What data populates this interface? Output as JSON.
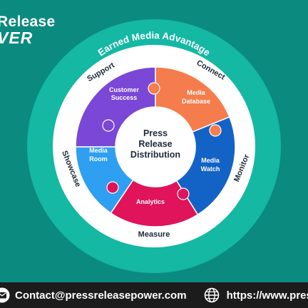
{
  "brand": {
    "line1": "Release",
    "line2": "VER"
  },
  "diagram": {
    "ring_title": "Earned Media Advantage",
    "center_label": [
      "Press",
      "Release",
      "Distribution"
    ],
    "stages": {
      "support": "Support",
      "connect": "Connect",
      "monitor": "Monitor",
      "measure": "Measure",
      "showcase": "Showcase"
    },
    "pieces": {
      "customer_success": [
        "Customer",
        "Success"
      ],
      "media_database": [
        "Media",
        "Database"
      ],
      "media_watch": [
        "Media",
        "Watch"
      ],
      "analytics": [
        "Analytics"
      ],
      "media_room": [
        "Media",
        "Room"
      ]
    },
    "colors": {
      "background": "#0b8a80",
      "outer_ring": "#14b8a3",
      "inner_band": "#ffffff",
      "customer_success": "#7b47d6",
      "media_database": "#f57c4c",
      "media_watch": "#1363c6",
      "analytics": "#e0145a",
      "media_room": "#2f9ff1",
      "label_text": "#1e2a3a"
    }
  },
  "footer": {
    "email": "Contact@pressreleasepower.com",
    "website": "https://www.pres"
  }
}
